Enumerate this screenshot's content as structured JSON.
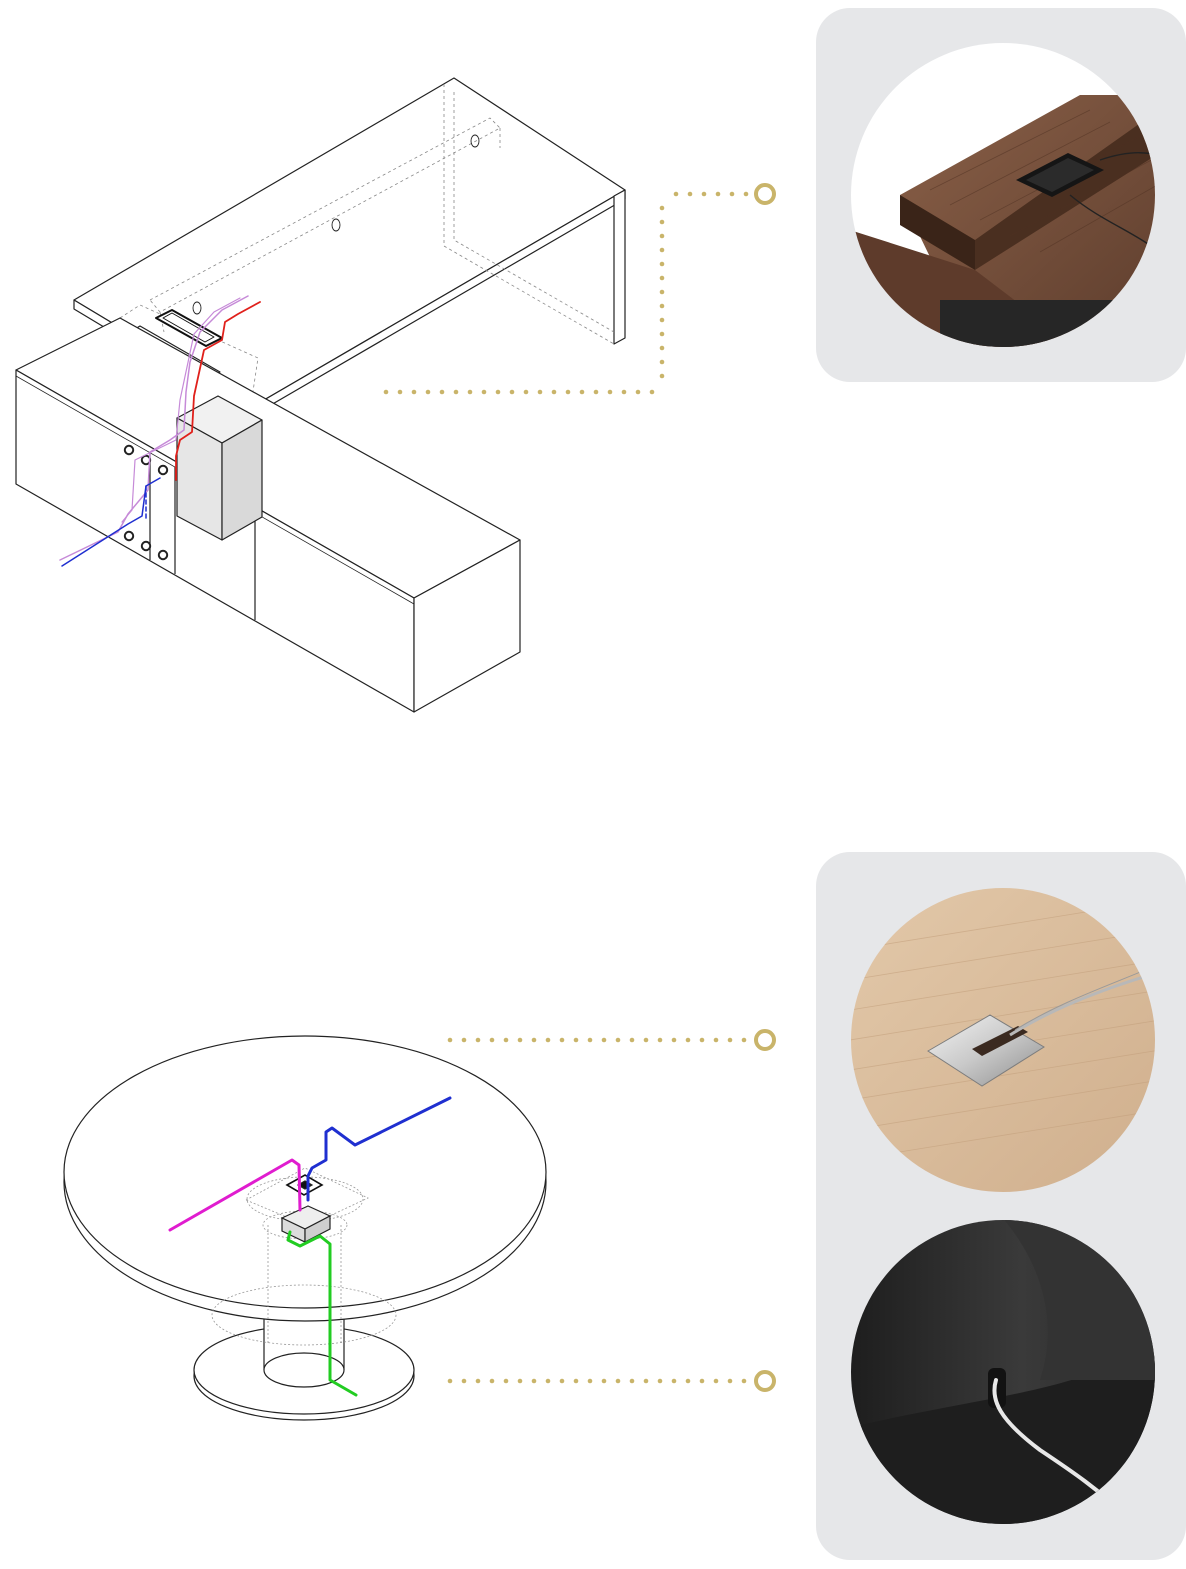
{
  "colors": {
    "panel_background": "#e6e7e9",
    "leader_dots": "#c9b46a",
    "cable_red": "#e0201b",
    "cable_violet": "#c68ad8",
    "cable_blue": "#1f2fd0",
    "cable_magenta": "#e01ccf",
    "cable_green": "#22cc22",
    "walnut_wood": "#6e4a37",
    "oak_wood": "#d9bd9e",
    "dark_interior": "#2a2a2a"
  },
  "icons": {
    "callout_marker": "ring-marker-icon"
  },
  "sections": [
    {
      "id": "executive-desk",
      "detail_count": 1
    },
    {
      "id": "round-table",
      "detail_count": 2
    }
  ]
}
